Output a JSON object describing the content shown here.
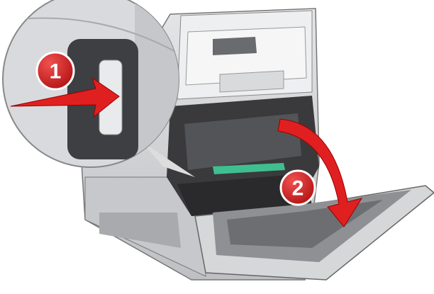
{
  "illustration": {
    "subject": "printer",
    "steps": [
      {
        "number": "1",
        "action": "press-button"
      },
      {
        "number": "2",
        "action": "open-front-door"
      }
    ],
    "colors": {
      "accent_red": "#e02020",
      "badge_red": "#c81818",
      "printer_gray": "#cfd0d2",
      "interior_dark": "#3a3a3c",
      "green_handle": "#3fbf8f"
    }
  }
}
